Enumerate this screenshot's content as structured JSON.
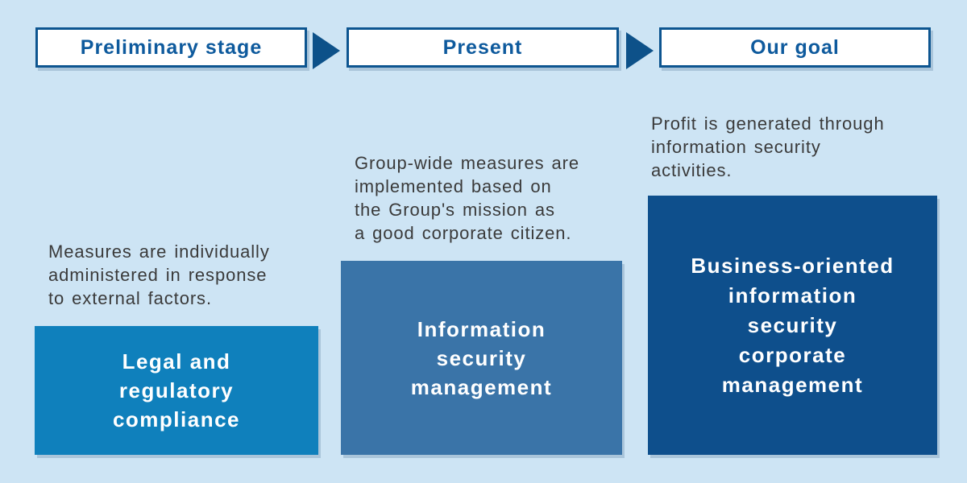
{
  "title": "Information security stages diagram",
  "colors": {
    "background": "#cde4f4",
    "header_fill": "#ffffff",
    "header_border": "#0d5590",
    "header_text": "#0e5a9d",
    "arrow": "#0d5189",
    "description_text": "#3a3a3a",
    "box_text": "#ffffff"
  },
  "icons": {
    "stage_arrow": "right-triangle"
  },
  "columns": [
    {
      "header": "Preliminary stage",
      "description_lines": [
        "Measures are individually",
        "administered in response",
        "to external factors."
      ],
      "box_label_lines": [
        "Legal and",
        "regulatory",
        "compliance"
      ],
      "box_color": "#0f80bc"
    },
    {
      "header": "Present",
      "description_lines": [
        "Group-wide measures are",
        "implemented based on",
        "the Group's mission as",
        "a good corporate citizen."
      ],
      "box_label_lines": [
        "Information",
        "security",
        "management"
      ],
      "box_color": "#3a74a8"
    },
    {
      "header": "Our goal",
      "description_lines": [
        "Profit is generated through",
        "information security",
        "activities."
      ],
      "box_label_lines": [
        "Business-oriented",
        "information",
        "security",
        "corporate",
        "management"
      ],
      "box_color": "#0e4f8c"
    }
  ]
}
